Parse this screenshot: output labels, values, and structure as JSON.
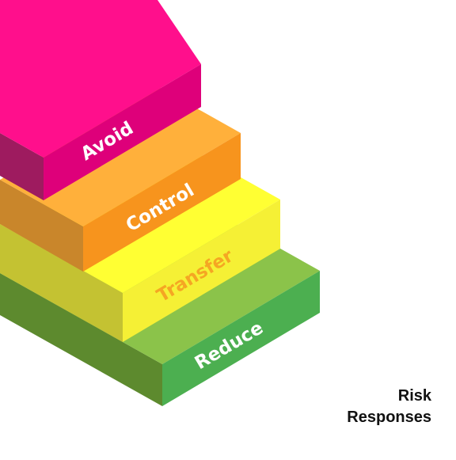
{
  "steps": [
    {
      "label": "Reduce",
      "top": "#8bc34a",
      "front": "#4caf50",
      "side": "#5d8a2e",
      "text": "#ffffff"
    },
    {
      "label": "Transfer",
      "top": "#ffff33",
      "front": "#f5f035",
      "side": "#c4c232",
      "text": "#f5a623"
    },
    {
      "label": "Control",
      "top": "#ffb03b",
      "front": "#f7941d",
      "side": "#c9862b",
      "text": "#ffffff"
    },
    {
      "label": "Avoid",
      "top": "#ff0f8c",
      "front": "#de007a",
      "side": "#9e1b5f",
      "text": "#ffffff"
    }
  ],
  "caption": {
    "line1": "Risk",
    "line2": "Responses"
  }
}
